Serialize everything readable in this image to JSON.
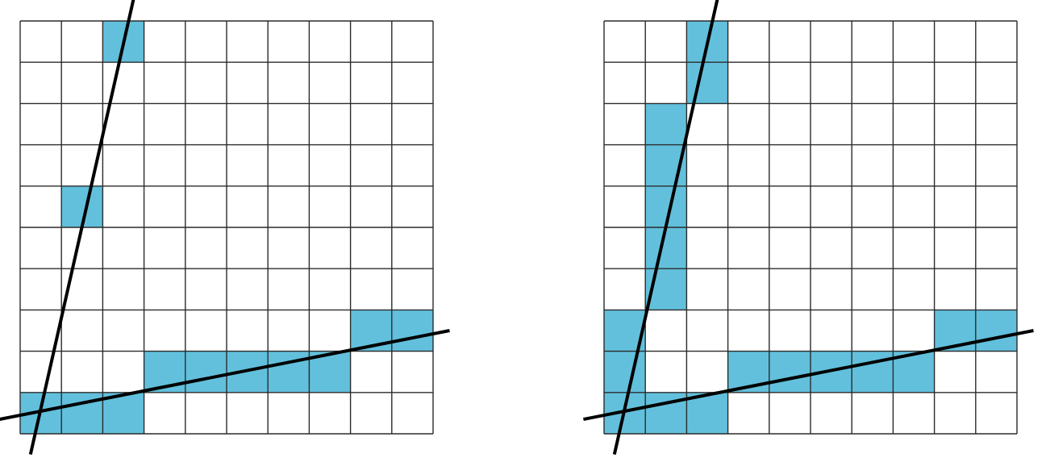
{
  "colors": {
    "fill": "#62c0dc",
    "grid": "#2b2b2b",
    "line": "#000000",
    "background": "#ffffff"
  },
  "grid": {
    "cols": 10,
    "rows": 10
  },
  "panels": [
    {
      "id": "left",
      "filled_cells": [
        [
          2,
          0
        ],
        [
          1,
          4
        ],
        [
          8,
          7
        ],
        [
          9,
          7
        ],
        [
          3,
          8
        ],
        [
          4,
          8
        ],
        [
          5,
          8
        ],
        [
          6,
          8
        ],
        [
          7,
          8
        ],
        [
          0,
          9
        ],
        [
          1,
          9
        ],
        [
          2,
          9
        ]
      ],
      "lines": [
        {
          "from": [
            2.75,
            -0.55
          ],
          "to": [
            0.25,
            10.5
          ]
        },
        {
          "from": [
            -0.5,
            9.65
          ],
          "to": [
            10.4,
            7.5
          ]
        }
      ]
    },
    {
      "id": "right",
      "filled_cells": [
        [
          2,
          0
        ],
        [
          2,
          1
        ],
        [
          1,
          2
        ],
        [
          1,
          3
        ],
        [
          1,
          4
        ],
        [
          1,
          5
        ],
        [
          1,
          6
        ],
        [
          0,
          7
        ],
        [
          0,
          8
        ],
        [
          0,
          9
        ],
        [
          8,
          7
        ],
        [
          9,
          7
        ],
        [
          3,
          8
        ],
        [
          4,
          8
        ],
        [
          5,
          8
        ],
        [
          6,
          8
        ],
        [
          7,
          8
        ],
        [
          1,
          9
        ],
        [
          2,
          9
        ]
      ],
      "lines": [
        {
          "from": [
            2.75,
            -0.55
          ],
          "to": [
            0.25,
            10.5
          ]
        },
        {
          "from": [
            -0.5,
            9.65
          ],
          "to": [
            10.4,
            7.5
          ]
        }
      ]
    }
  ]
}
